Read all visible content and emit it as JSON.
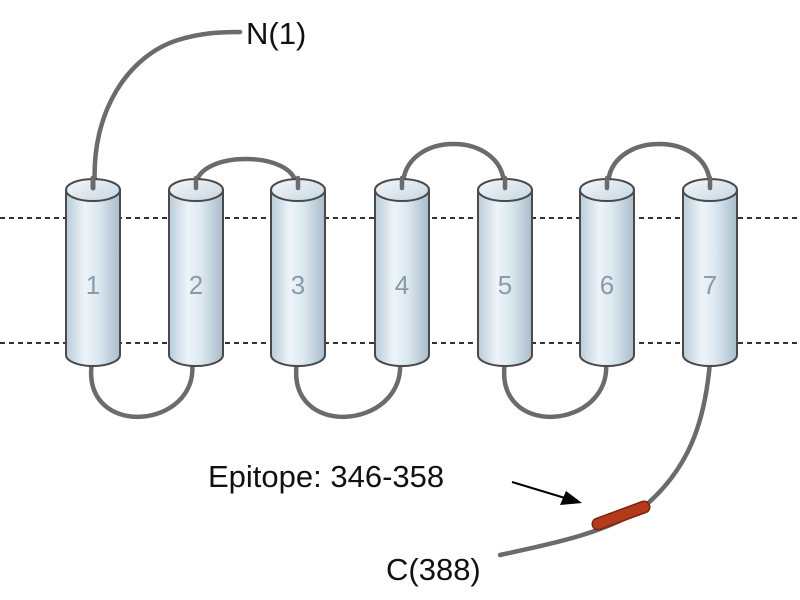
{
  "diagram": {
    "n_terminus_label": "N(1)",
    "c_terminus_label": "C(388)",
    "epitope_label": "Epitope: 346-358",
    "helices": [
      {
        "number": "1"
      },
      {
        "number": "2"
      },
      {
        "number": "3"
      },
      {
        "number": "4"
      },
      {
        "number": "5"
      },
      {
        "number": "6"
      },
      {
        "number": "7"
      }
    ],
    "colors": {
      "helix_fill": "#dce8f0",
      "loop": "#6b6b6b",
      "epitope": "#b43a1c",
      "membrane_line": "#333333"
    }
  }
}
